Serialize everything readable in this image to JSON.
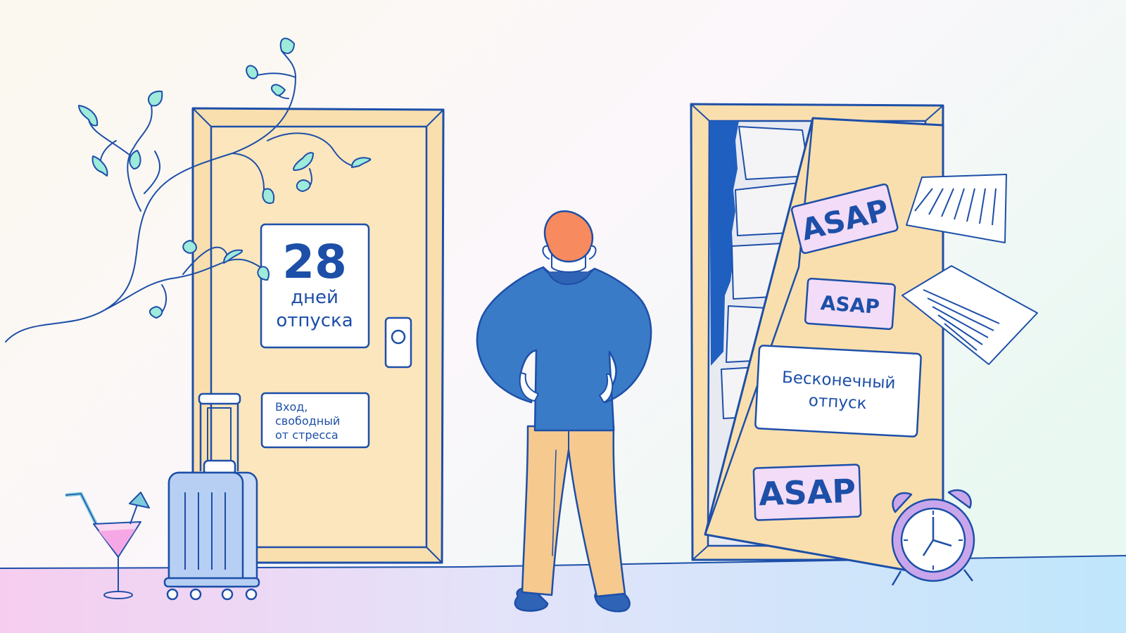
{
  "left_door": {
    "sign_number": "28",
    "sign_line1": "дней",
    "sign_line2": "отпуска",
    "plate_line1": "Вход,",
    "plate_line2": "свободный",
    "plate_line3": "от стресса"
  },
  "right_door": {
    "stickers": [
      "ASAP",
      "ASAP",
      "ASAP"
    ],
    "sign_line1": "Бесконечный",
    "sign_line2": "отпуск"
  },
  "colors": {
    "outline": "#1d4fa8",
    "door": "#fadfae",
    "sticker": "#f3dcf7",
    "leaf": "#9eeadb",
    "jacket": "#3a7bc8",
    "pants": "#f6c98e",
    "hair": "#f78a5e",
    "suitcase": "#b7cff2",
    "clock": "#c9a6ec"
  },
  "icons": [
    "vine-icon",
    "suitcase-icon",
    "cocktail-icon",
    "alarm-clock-icon",
    "paper-sheet-icon"
  ]
}
